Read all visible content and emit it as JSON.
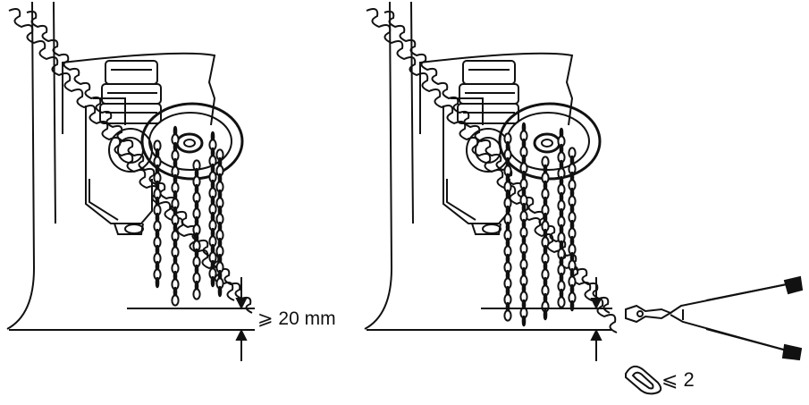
{
  "panels": [
    {
      "id": "left",
      "chain_count": 5,
      "dimension_label": "⩾ 20 mm"
    },
    {
      "id": "right",
      "chain_count": 5,
      "link_label": "⩽ 2"
    }
  ],
  "icons": {
    "tool": "bolt-cutter-icon",
    "link": "chain-link-icon"
  },
  "colors": {
    "line": "#111111",
    "background": "#ffffff"
  }
}
